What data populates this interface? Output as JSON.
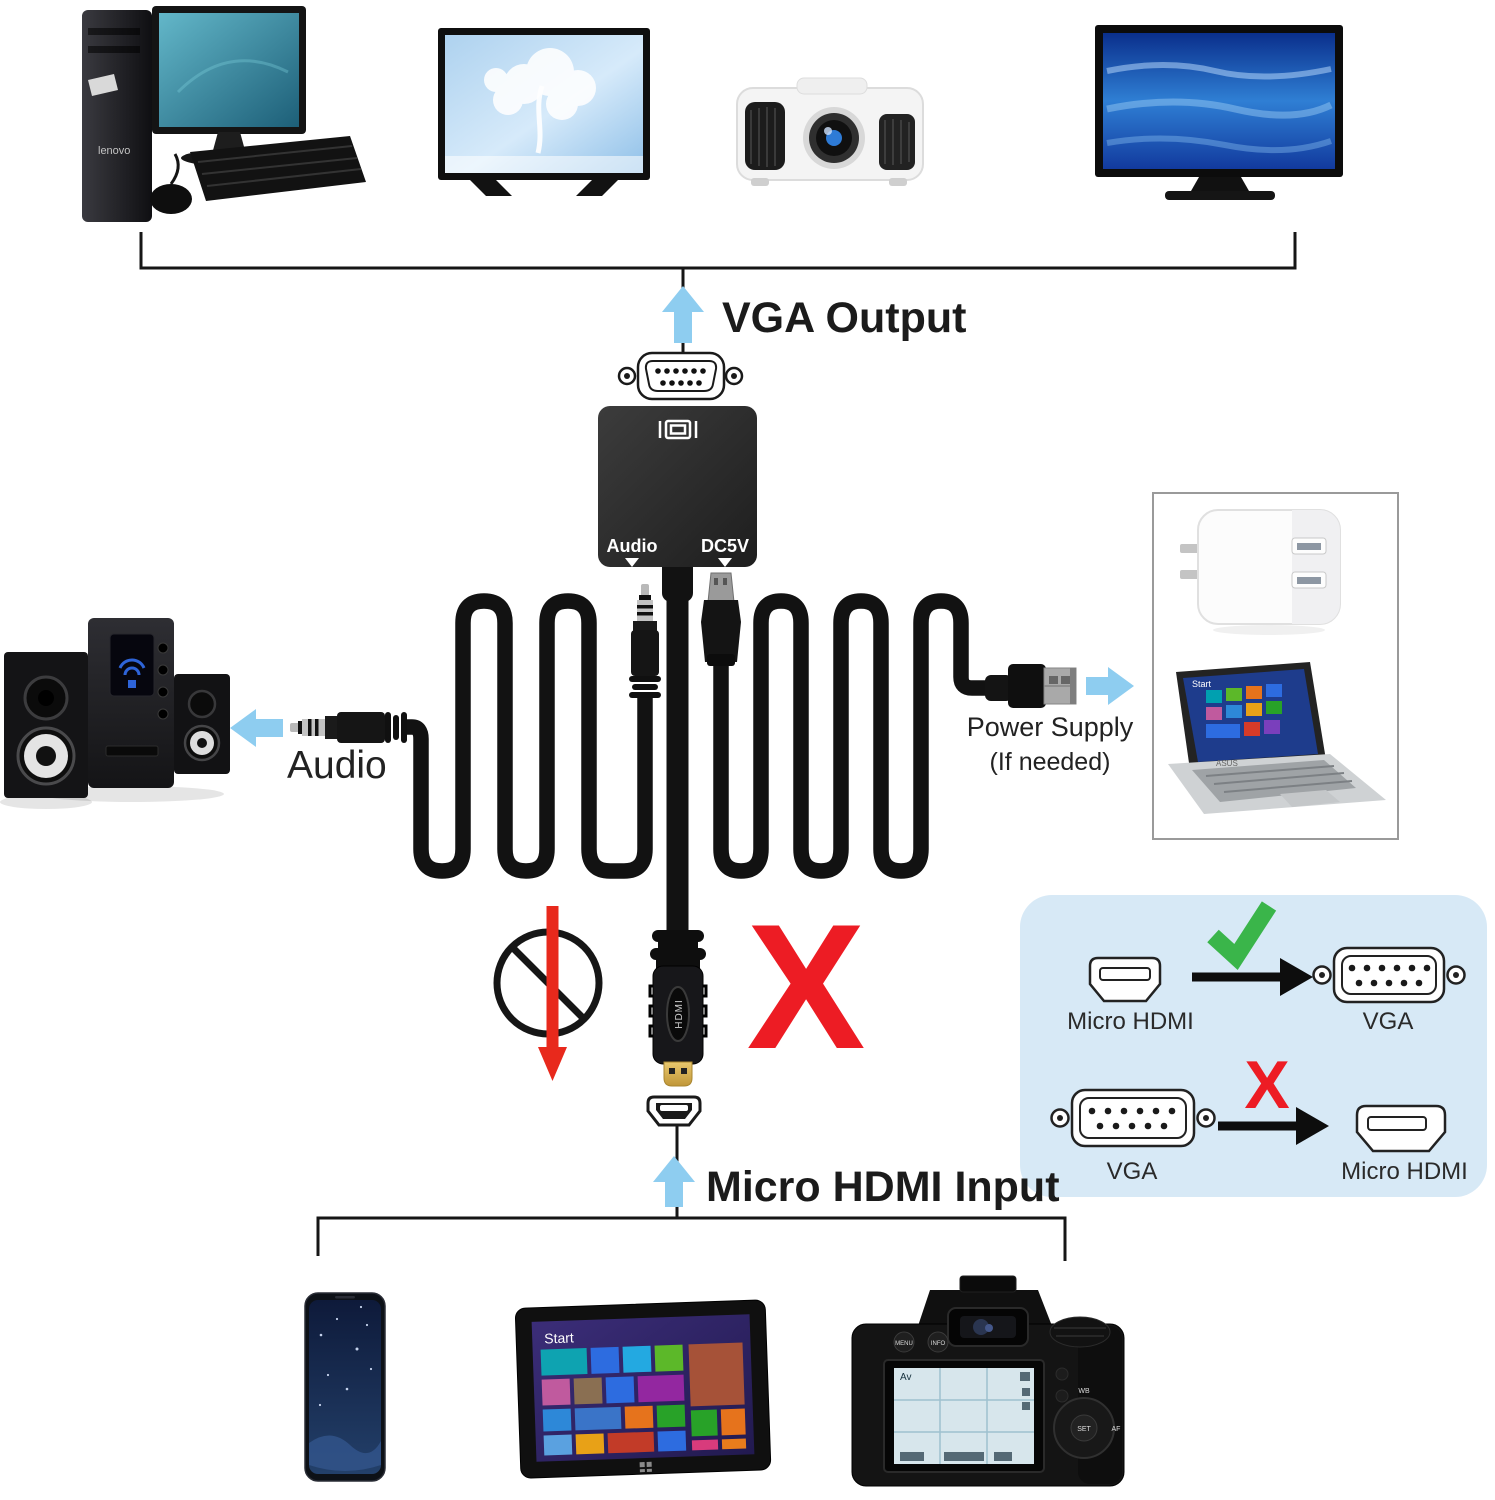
{
  "colors": {
    "arrow_blue": "#8ecdf0",
    "accent_red": "#ed1c24",
    "accent_green": "#3ab54a",
    "info_box_bg": "#d7e9f6",
    "cable": "#121212"
  },
  "top": {
    "arrow_label": "VGA Output",
    "devices": [
      "desktop-computer",
      "tv",
      "projector",
      "tv"
    ]
  },
  "adapter": {
    "audio_label": "Audio",
    "dc_label": "DC5V",
    "plug_label": "HDMI"
  },
  "audio_out": {
    "label": "Audio"
  },
  "power": {
    "line1": "Power Supply",
    "line2": "(If needed)"
  },
  "bottom": {
    "arrow_label": "Micro HDMI Input",
    "devices": [
      "smartphone",
      "tablet",
      "dslr-camera"
    ]
  },
  "info_box": {
    "row1": {
      "from": "Micro HDMI",
      "to": "VGA"
    },
    "row2": {
      "from": "VGA",
      "to": "Micro HDMI"
    },
    "cross_mark": "X"
  },
  "big_cross": "X",
  "screens": {
    "tablet_start": "Start",
    "laptop_start": "Start",
    "laptop_brand": "ASUS",
    "tower_brand": "lenovo",
    "camera_mode": "Av",
    "camera_menu": "MENU",
    "camera_info": "INFO",
    "camera_wb": "WB",
    "camera_set": "SET",
    "camera_af": "AF"
  }
}
